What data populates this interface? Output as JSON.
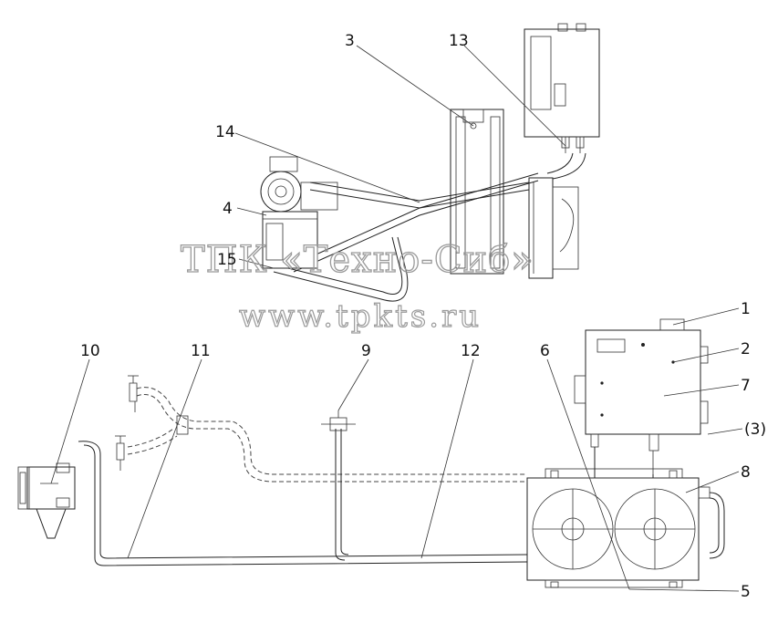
{
  "labels": {
    "l1": "1",
    "l2": "2",
    "l3": "3",
    "l3p": "(3)",
    "l4": "4",
    "l5": "5",
    "l6": "6",
    "l7": "7",
    "l8": "8",
    "l9": "9",
    "l10": "10",
    "l11": "11",
    "l12": "12",
    "l13": "13",
    "l14": "14",
    "l15": "15"
  },
  "watermark": {
    "line1": "ТПК «Техно-Сиб»",
    "line2": "www.tpkts.ru"
  }
}
